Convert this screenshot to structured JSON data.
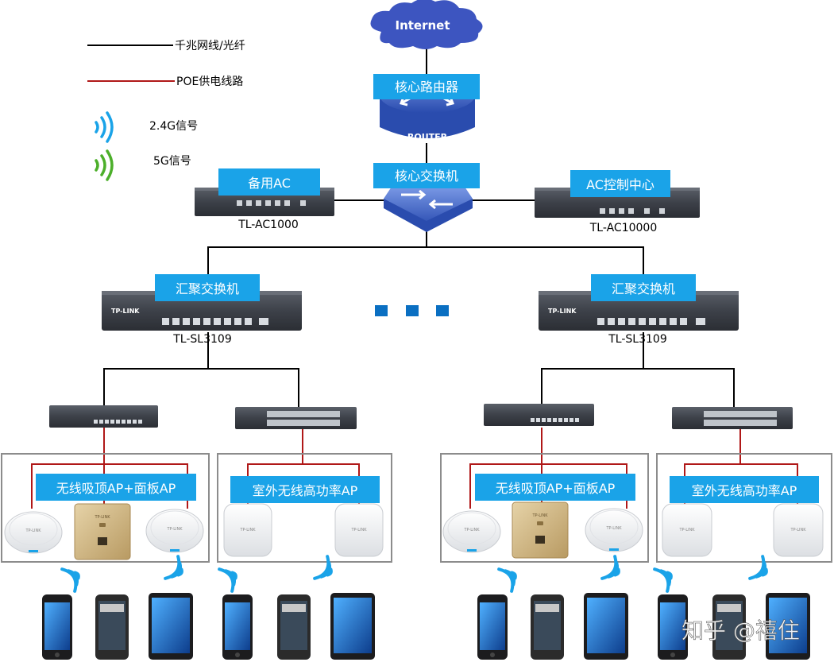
{
  "legend": {
    "ethernet": "千兆网线/光纤",
    "poe": "POE供电线路",
    "wifi24": "2.4G信号",
    "wifi5": "5G信号"
  },
  "colors": {
    "ethernet": "#000000",
    "poe": "#b01818",
    "label_box": "#1aa3e8",
    "wifi24": "#1aa3e8",
    "wifi5": "#4caf2a",
    "dots": "#0a6fc2"
  },
  "internet": "Internet",
  "router": {
    "label": "核心路由器",
    "badge": "ROUTER"
  },
  "core_switch": {
    "label": "核心交换机"
  },
  "backup_ac": {
    "label": "备用AC",
    "model": "TL-AC1000"
  },
  "ac_center": {
    "label": "AC控制中心",
    "model": "TL-AC10000"
  },
  "agg_left": {
    "label": "汇聚交换机",
    "model": "TL-SL3109",
    "brand": "TP-LINK"
  },
  "agg_right": {
    "label": "汇聚交换机",
    "model": "TL-SL3109",
    "brand": "TP-LINK"
  },
  "groups": {
    "ceiling_left": "无线吸顶AP+面板AP",
    "outdoor_left": "室外无线高功率AP",
    "ceiling_right": "无线吸顶AP+面板AP",
    "outdoor_right": "室外无线高功率AP"
  },
  "ap_brand": "TP-LINK",
  "watermark": "知乎 @禧住"
}
